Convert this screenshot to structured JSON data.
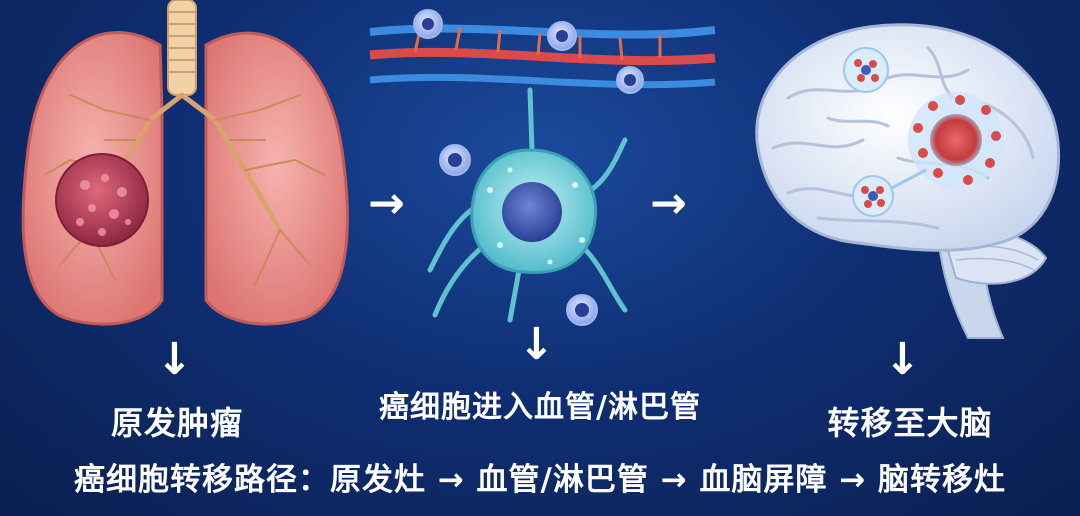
{
  "stage_labels": {
    "primary": "原发肿瘤",
    "vessel": "癌细胞进入血管/淋巴管",
    "brain": "转移至大脑"
  },
  "path": {
    "text": "癌细胞转移路径：原发灶 → 血管/淋巴管 → 血脑屏障 → 脑转移灶"
  },
  "icons": {
    "arrow_right": "→",
    "arrow_down": "↓"
  },
  "colors": {
    "background": "#0f2f74",
    "lung": "#e78c8a",
    "tumor": "#b73a55",
    "vessel_blue": "#3b8be0",
    "vessel_red": "#d94a4a",
    "cell": "#6ed3df",
    "brain": "#e8eef8"
  }
}
